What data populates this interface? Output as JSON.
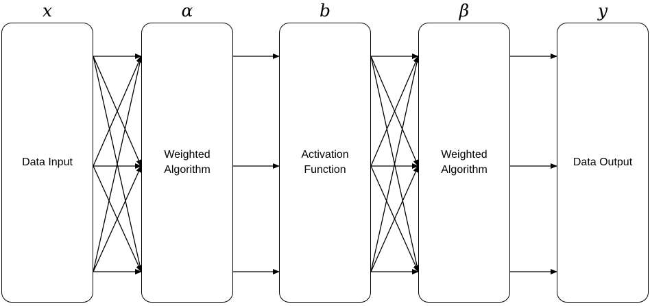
{
  "diagram": {
    "colors": {
      "stroke": "#000000",
      "background": "#ffffff"
    },
    "layers": [
      {
        "symbol": "x",
        "label_lines": [
          "Data Input"
        ]
      },
      {
        "symbol": "α",
        "label_lines": [
          "Weighted",
          "Algorithm"
        ]
      },
      {
        "symbol": "b",
        "label_lines": [
          "Activation",
          "Function"
        ]
      },
      {
        "symbol": "β",
        "label_lines": [
          "Weighted",
          "Algorithm"
        ]
      },
      {
        "symbol": "y",
        "label_lines": [
          "Data Output"
        ]
      }
    ],
    "connections": [
      {
        "from": 0,
        "to": 1,
        "pattern": "fully-connected"
      },
      {
        "from": 1,
        "to": 2,
        "pattern": "parallel"
      },
      {
        "from": 2,
        "to": 3,
        "pattern": "fully-connected"
      },
      {
        "from": 3,
        "to": 4,
        "pattern": "parallel"
      }
    ]
  }
}
